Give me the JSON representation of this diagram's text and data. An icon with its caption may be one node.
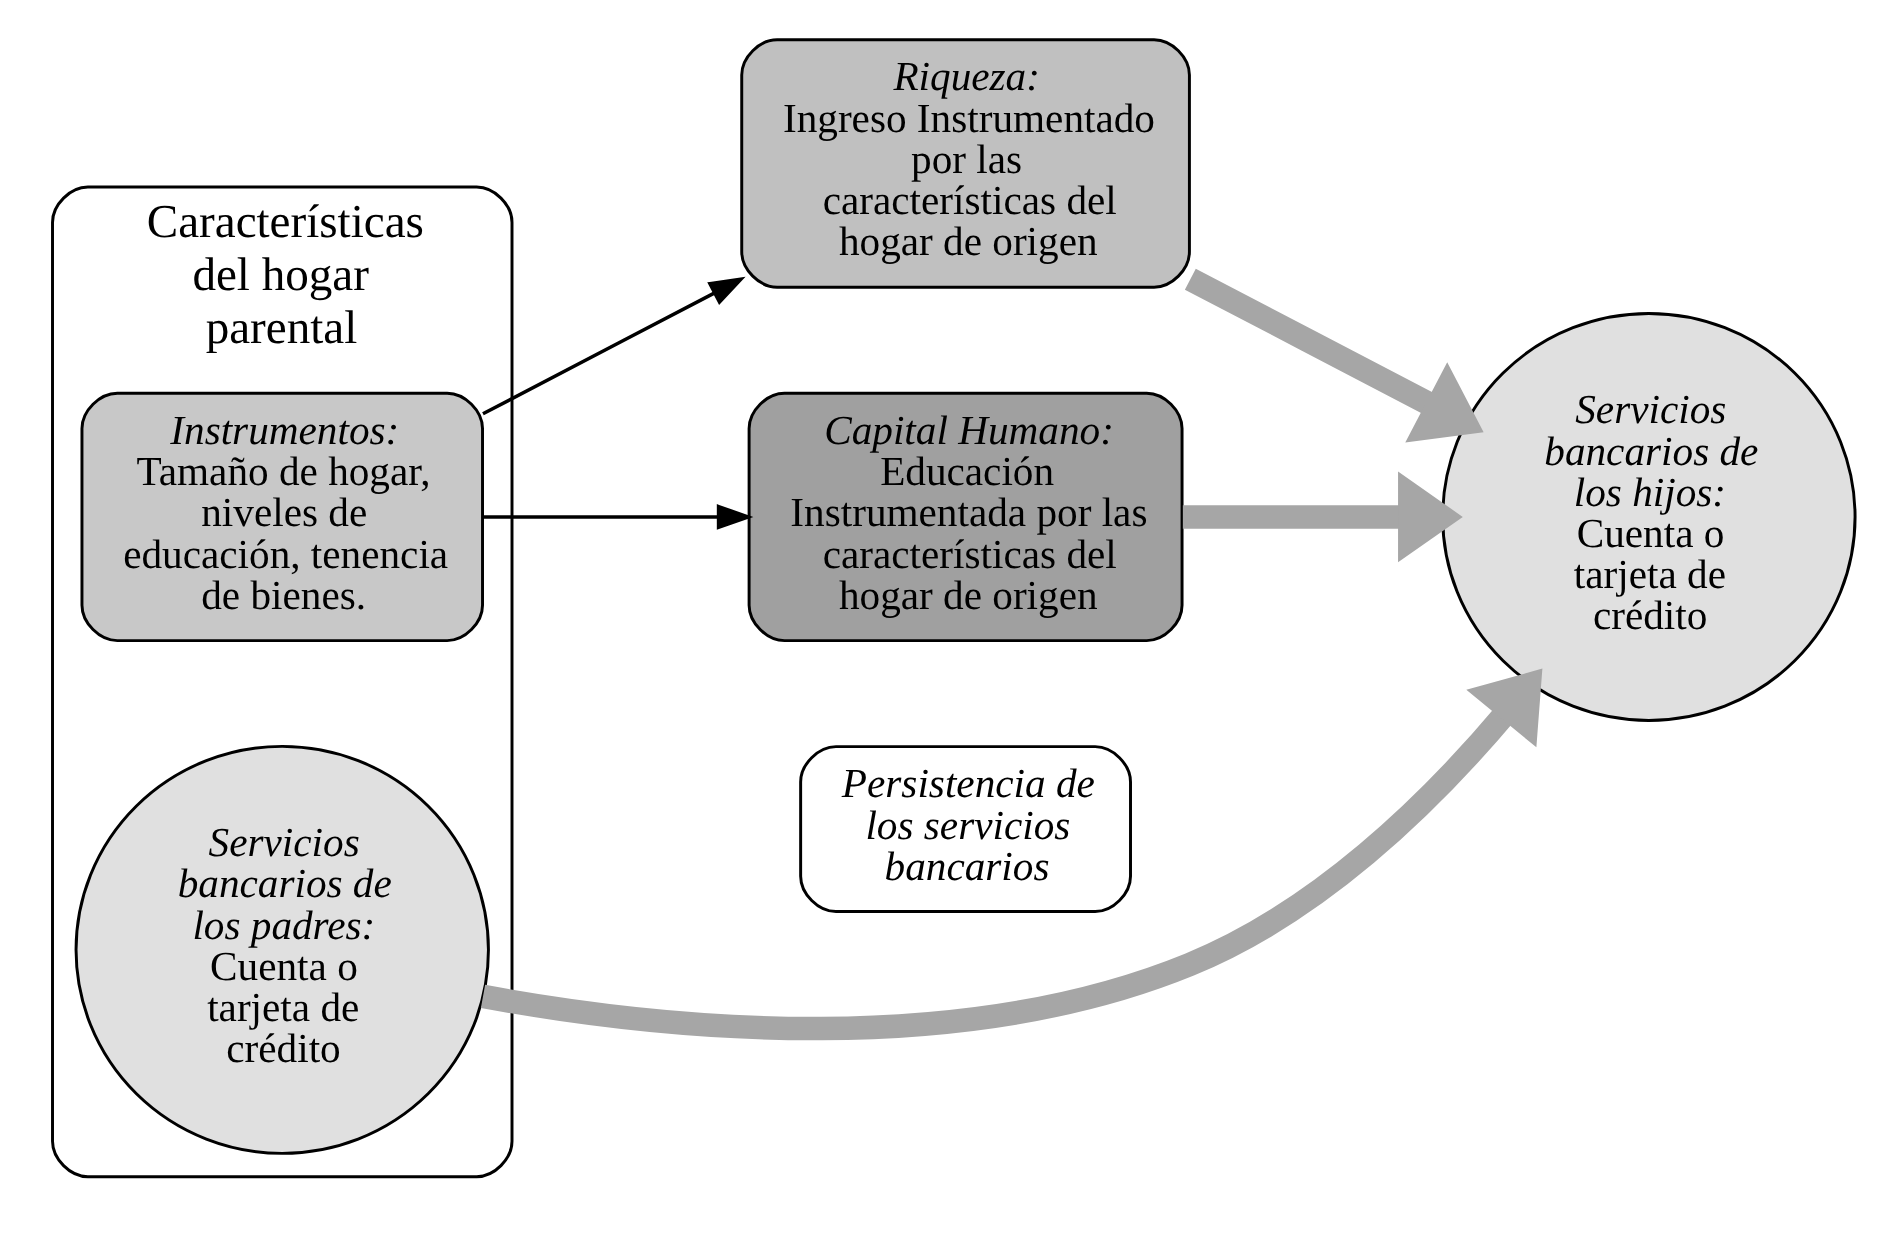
{
  "diagram": {
    "nodes": [
      {
        "text": [
          "Características del hogar parental"
        ]
      },
      {
        "text": [
          "Instrumentos:",
          "Tamaño de hogar, niveles de educación, tenencia de bienes."
        ],
        "in": 0
      },
      {
        "text": [
          "Servicios bancarios de los padres:",
          "Cuenta o tarjeta de crédito"
        ],
        "in": 0
      },
      {
        "text": [
          "Riqueza:",
          "Ingreso Instrumentado por las características del hogar de origen"
        ]
      },
      {
        "text": [
          "Capital Humano:",
          "Educación Instrumentada por las características del hogar de origen"
        ]
      },
      {
        "text": [
          "Persistencia de los servicios bancarios"
        ]
      },
      {
        "text": [
          "Servicios bancarios de los hijos:",
          "Cuenta o tarjeta de crédito"
        ]
      }
    ],
    "edges": [
      {
        "from": 1,
        "to": 3,
        "arrow": "to",
        "color": "#000000"
      },
      {
        "from": 1,
        "to": 4,
        "arrow": "to",
        "color": "#000000"
      },
      {
        "from": 3,
        "to": 6,
        "arrow": "to"
      },
      {
        "from": 4,
        "to": 6,
        "arrow": "to"
      },
      {
        "from": 2,
        "to": 6,
        "arrow": "to"
      }
    ]
  }
}
